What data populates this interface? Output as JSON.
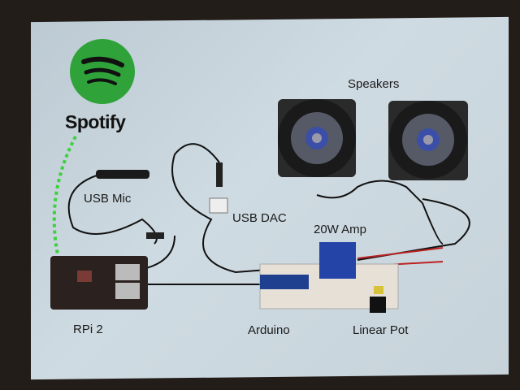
{
  "brand": {
    "name": "Spotify",
    "color": "#2fa33a"
  },
  "labels": {
    "speakers": "Speakers",
    "usb_mic": "USB Mic",
    "usb_dac": "USB DAC",
    "amp": "20W Amp",
    "rpi": "RPi 2",
    "arduino": "Arduino",
    "linear_pot": "Linear Pot"
  }
}
